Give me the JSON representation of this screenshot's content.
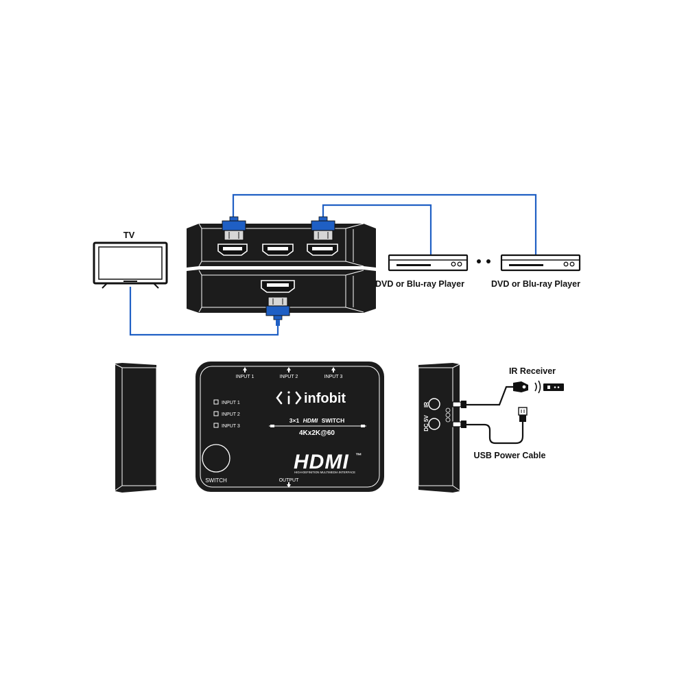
{
  "connection": {
    "tv_label": "TV",
    "player_label_1": "DVD or Blu-ray Player",
    "player_label_2": "DVD or Blu-ray Player"
  },
  "front_view": {
    "input_labels": [
      "INPUT 1",
      "INPUT 2",
      "INPUT 3"
    ],
    "led_labels": [
      "INPUT 1",
      "INPUT 2",
      "INPUT 3"
    ],
    "brand": "infobit",
    "product_prefix": "3×1",
    "product_hdmi": "HDMI",
    "product_suffix": "SWITCH",
    "resolution": "4Kx2K@60",
    "logo_text": "HDMI",
    "logo_trademark": "™",
    "logo_tagline": "HIGH-DEFINITION MULTIMEDIA INTERFACE",
    "switch_label": "SWITCH",
    "output_label": "OUTPUT"
  },
  "side_view": {
    "ir_port_label": "IR",
    "power_port_label": "DC 5V",
    "ir_receiver_label": "IR Receiver",
    "usb_cable_label": "USB Power Cable"
  },
  "colors": {
    "device_body": "#1c1c1c",
    "cable_blue": "#1f5fc4",
    "connector_blue": "#1f5fc4",
    "outline": "#111111"
  }
}
